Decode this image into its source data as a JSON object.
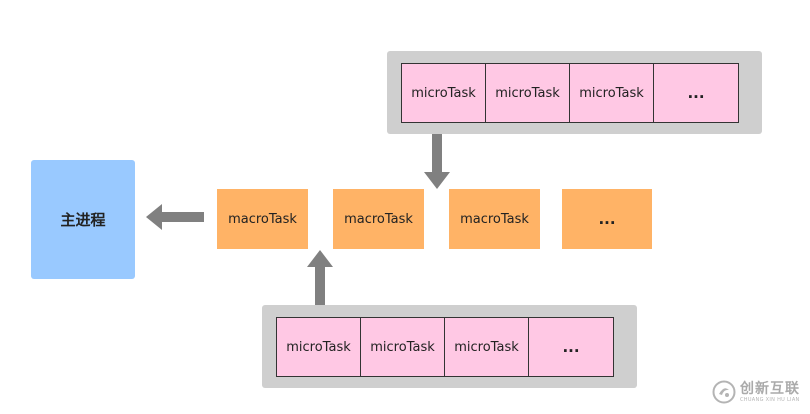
{
  "main_process": {
    "label": "主进程"
  },
  "macro_tasks": [
    "macroTask",
    "macroTask",
    "macroTask",
    "..."
  ],
  "micro_queue_top": [
    "microTask",
    "microTask",
    "microTask",
    "..."
  ],
  "micro_queue_bottom": [
    "microTask",
    "microTask",
    "microTask",
    "..."
  ],
  "watermark": {
    "text_cn": "创新互联",
    "text_en": "CHUANG XIN HU LIAN"
  },
  "colors": {
    "main_process": "#99c9ff",
    "macro_task": "#ffb366",
    "micro_task": "#ffc8e4",
    "queue_bg": "#cfcfcf",
    "arrow": "#808080"
  }
}
